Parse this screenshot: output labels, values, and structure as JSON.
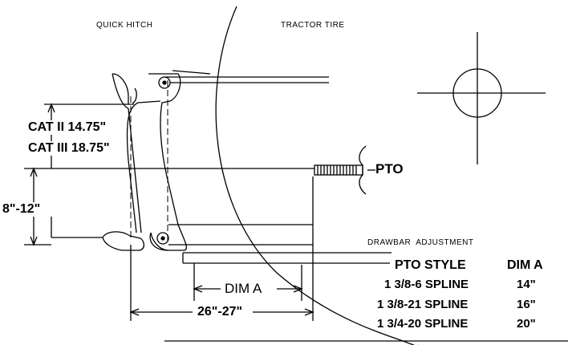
{
  "labels": {
    "quick_hitch": "QUICK HITCH",
    "tractor_tire": "TRACTOR TIRE",
    "cat2": "CAT II 14.75\"",
    "cat3": "CAT III 18.75\"",
    "pto": "PTO",
    "range_8_12": "8\"-12\"",
    "dim_a": "DIM A",
    "range_26_27": "26\"-27\"",
    "drawbar_adjustment": "DRAWBAR  ADJUSTMENT"
  },
  "table": {
    "headers": [
      "PTO STYLE",
      "DIM A"
    ],
    "rows": [
      [
        "1 3/8-6 SPLINE",
        "14\""
      ],
      [
        "1 3/8-21 SPLINE",
        "16\""
      ],
      [
        "1 3/4-20 SPLINE",
        "20\""
      ]
    ]
  }
}
